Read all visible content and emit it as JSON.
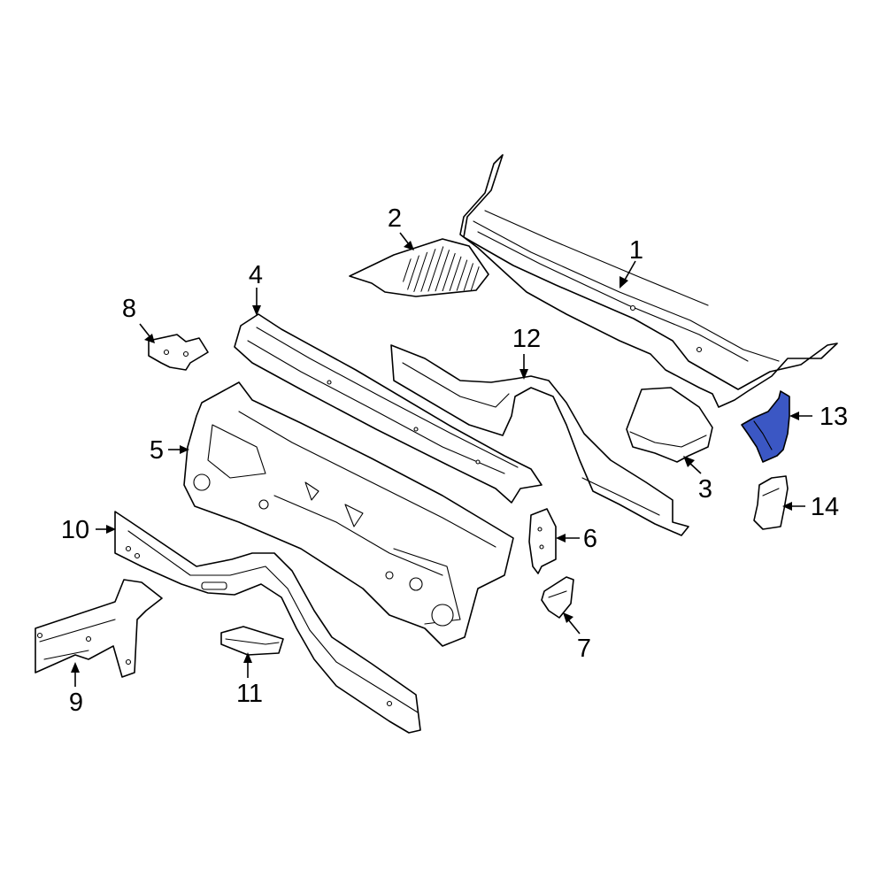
{
  "highlight_color": "#3b57c4",
  "callouts": [
    {
      "id": "1",
      "label": "1"
    },
    {
      "id": "2",
      "label": "2"
    },
    {
      "id": "3",
      "label": "3"
    },
    {
      "id": "4",
      "label": "4"
    },
    {
      "id": "5",
      "label": "5"
    },
    {
      "id": "6",
      "label": "6"
    },
    {
      "id": "7",
      "label": "7"
    },
    {
      "id": "8",
      "label": "8"
    },
    {
      "id": "9",
      "label": "9"
    },
    {
      "id": "10",
      "label": "10"
    },
    {
      "id": "11",
      "label": "11"
    },
    {
      "id": "12",
      "label": "12"
    },
    {
      "id": "13",
      "label": "13",
      "highlighted": true
    },
    {
      "id": "14",
      "label": "14"
    }
  ]
}
